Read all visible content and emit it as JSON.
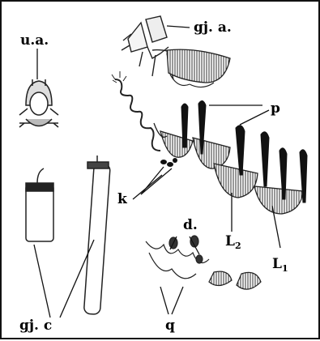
{
  "labels": {
    "ua": "u.a.",
    "gja": "gj. a.",
    "p": "p",
    "k": "k",
    "d": "d.",
    "L2": "L",
    "L2_sub": "2",
    "L1": "L",
    "L1_sub": "1",
    "gjc": "gj. c",
    "q": "q"
  }
}
